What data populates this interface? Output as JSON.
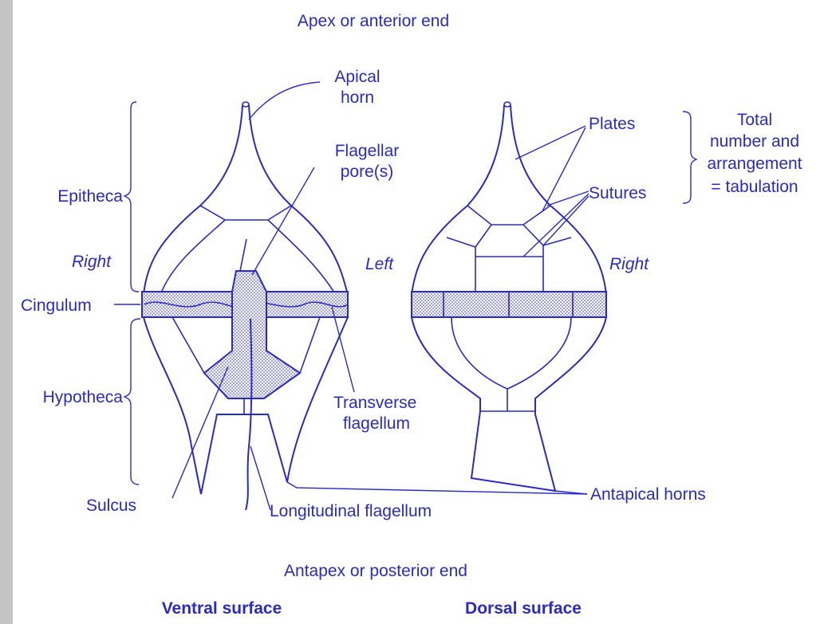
{
  "labels": {
    "apex": "Apex or anterior end",
    "antapex": "Antapex or posterior end",
    "apical_horn_1": "Apical",
    "apical_horn_2": "horn",
    "flagellar_pore_1": "Flagellar",
    "flagellar_pore_2": "pore(s)",
    "epitheca": "Epitheca",
    "right_ventral": "Right",
    "left": "Left",
    "right_dorsal": "Right",
    "cingulum": "Cingulum",
    "hypotheca": "Hypotheca",
    "transverse_1": "Transverse",
    "transverse_2": "flagellum",
    "sulcus": "Sulcus",
    "longitudinal": "Longitudinal flagellum",
    "plates": "Plates",
    "sutures": "Sutures",
    "tabulation_1": "Total",
    "tabulation_2": "number and",
    "tabulation_3": "arrangement",
    "tabulation_4": "= tabulation",
    "antapical_horns": "Antapical horns",
    "ventral_surface": "Ventral surface",
    "dorsal_surface": "Dorsal surface"
  },
  "colors": {
    "ink": "#2a2ac8",
    "paper": "#ffffff",
    "frame": "#c4c4c4"
  }
}
